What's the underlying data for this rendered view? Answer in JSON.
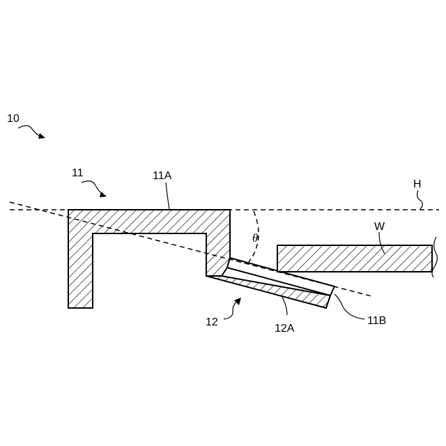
{
  "figure": {
    "labels": {
      "assembly": "10",
      "holder": "11",
      "holder_top": "11A",
      "holder_edge": "11B",
      "support": "12",
      "support_plate": "12A",
      "workpiece": "W",
      "horizontal_line": "H",
      "angle": "θ"
    },
    "colors": {
      "line": "#000000",
      "background": "#ffffff"
    }
  }
}
